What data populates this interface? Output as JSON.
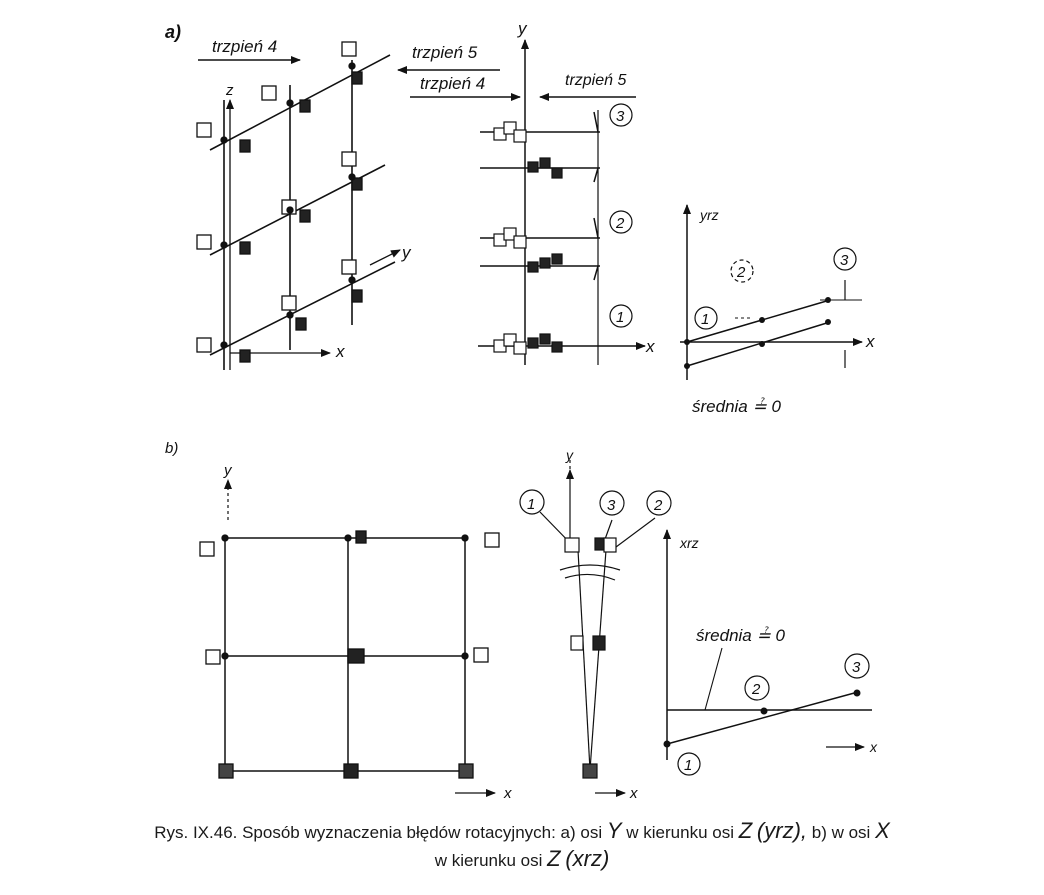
{
  "part_a": {
    "label": "a)",
    "arrow_top_left": "trzpień 4",
    "arrow_top_right": "trzpień 5",
    "arrow_mid_left": "trzpień 4",
    "arrow_mid_right": "trzpień 5",
    "axis_z": "z",
    "axis_y_3d": "y",
    "axis_x_3d": "x",
    "axis_y_side": "y",
    "axis_x_side": "x",
    "markers_side": [
      "3",
      "2",
      "1"
    ],
    "graph_ylabel": "yrz",
    "graph_xlabel": "x",
    "graph_markers": [
      "1",
      "2",
      "3"
    ],
    "graph_note": "średnia ≟ 0"
  },
  "part_b": {
    "label": "b)",
    "axis_y_grid": "y",
    "axis_x_grid": "x",
    "axis_y_mid": "y",
    "axis_x_mid": "x",
    "markers_top": [
      "1",
      "3",
      "2"
    ],
    "graph_ylabel": "xrz",
    "graph_xlabel": "x",
    "graph_note": "średnia ≟ 0",
    "graph_markers": [
      "2",
      "3",
      "1"
    ]
  },
  "caption": {
    "line1_pre": "Rys. IX.46. Sposób wyznaczenia błędów rotacyjnych: a) osi",
    "axis_Y": "Y",
    "line1_mid": "w kierunku osi",
    "axis_Z": "Z",
    "yrz": "(yrz),",
    "line1_post": "b) w osi",
    "axis_X": "X",
    "line2_pre": "w kierunku osi",
    "axis_Z2": "Z",
    "xrz": "(xrz)"
  }
}
